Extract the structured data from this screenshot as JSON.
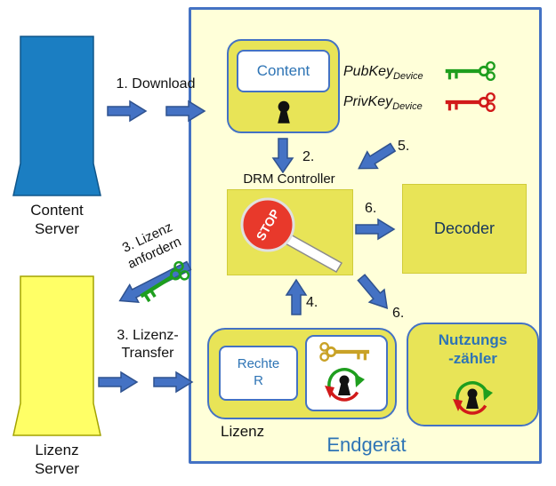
{
  "diagram": {
    "content_server": {
      "line1": "Content",
      "line2": "Server"
    },
    "lizenz_server": {
      "line1": "Lizenz",
      "line2": "Server"
    },
    "labels": {
      "download": "1. Download",
      "anfordern1": "3. Lizenz",
      "anfordern2": "anfordern",
      "transfer1": "3. Lizenz-",
      "transfer2": "Transfer",
      "step2": "2.",
      "step4": "4.",
      "step5": "5.",
      "step6_decoder": "6.",
      "step6_counter": "6."
    },
    "device": {
      "label": "Endgerät",
      "content": "Content",
      "pubkey": "PubKey",
      "pubkey_sub": "Device",
      "privkey": "PrivKey",
      "privkey_sub": "Device",
      "drm_controller": "DRM Controller",
      "stop": "STOP",
      "decoder": "Decoder",
      "rechte1": "Rechte",
      "rechte2": "R",
      "lizenz": "Lizenz",
      "nutzung1": "Nutzungs",
      "nutzung2": "-zähler"
    },
    "icons": {
      "pubkey_key": "green-key-icon",
      "privkey_key": "red-key-icon",
      "license_key": "gold-key-icon",
      "request_key": "green-key-icon",
      "content_lock": "keyhole-icon",
      "license_lock": "keyhole-cycle-icon",
      "counter_lock": "keyhole-cycle-icon",
      "drm_stop": "stop-sign-icon"
    },
    "colors": {
      "device_border": "#4472c4",
      "device_fill": "#ffffd9",
      "box_fill": "#e8e457",
      "arrow_fill": "#4472c4",
      "arrow_stroke": "#2f528f",
      "blue_text": "#2e74b5",
      "content_server_fill": "#1b7ec2",
      "lizenz_server_fill": "#ffff66",
      "green_key": "#1e9e1e",
      "red_key": "#d11a1a",
      "gold_key": "#c9a227",
      "stop_red": "#e8392b"
    }
  }
}
